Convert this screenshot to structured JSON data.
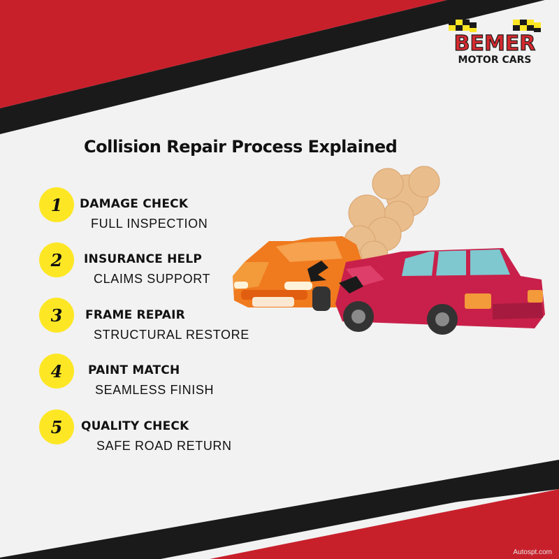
{
  "brand": {
    "logo_top": "BEMER",
    "logo_bottom": "MOTOR CARS"
  },
  "title": "Collision Repair Process Explained",
  "steps": [
    {
      "number": "1",
      "title": "DAMAGE CHECK",
      "subtitle": "FULL INSPECTION"
    },
    {
      "number": "2",
      "title": "INSURANCE HELP",
      "subtitle": "CLAIMS SUPPORT"
    },
    {
      "number": "3",
      "title": "FRAME REPAIR",
      "subtitle": "STRUCTURAL RESTORE"
    },
    {
      "number": "4",
      "title": "PAINT MATCH",
      "subtitle": "SEAMLESS FINISH"
    },
    {
      "number": "5",
      "title": "QUALITY CHECK",
      "subtitle": "SAFE ROAD RETURN"
    }
  ],
  "watermark": "Autospt.com",
  "colors": {
    "red": "#c8202b",
    "black": "#1a1a1a",
    "background": "#f2f2f2",
    "badge": "#fde725",
    "orange_car": "#f07a1e",
    "red_car": "#c8204a",
    "smoke": "#e9bd8c"
  },
  "icons": {
    "illustration": "car-collision-illustration",
    "logo": "checkered-flag-logo"
  }
}
